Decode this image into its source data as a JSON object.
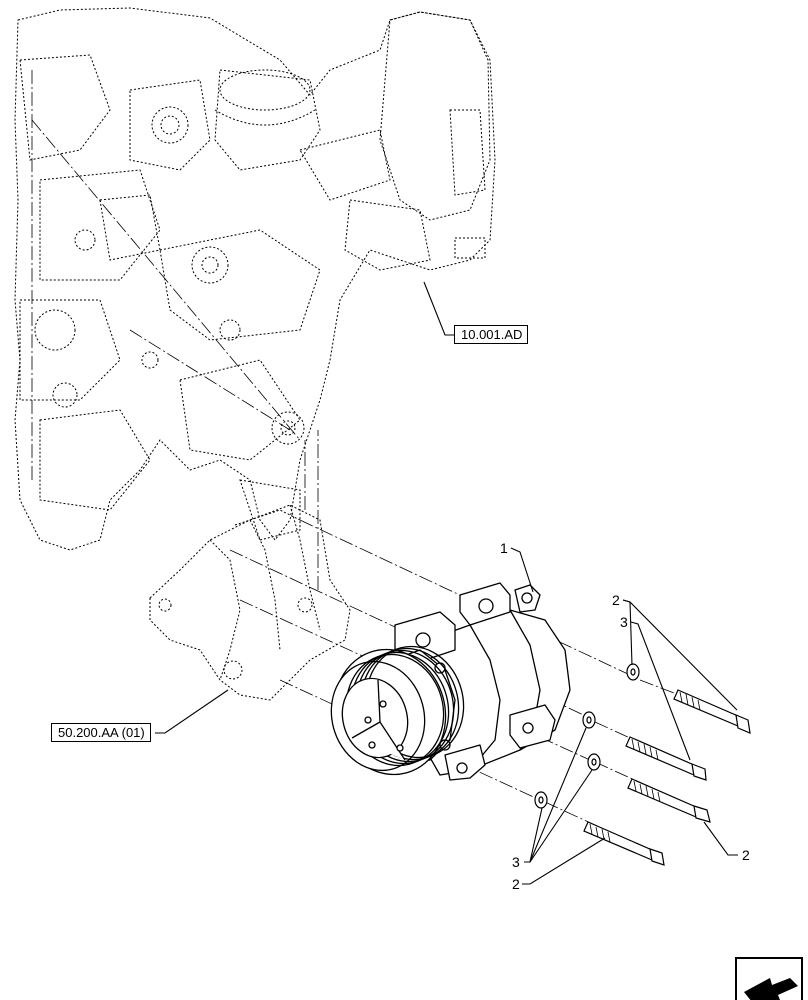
{
  "references": {
    "engine_ref": "10.001.AD",
    "bracket_ref": "50.200.AA (01)"
  },
  "callouts": {
    "compressor": "1",
    "bolt_top": "2",
    "washer_top": "3",
    "bolt_right": "2",
    "washer_bottom": "3",
    "bolt_bottom": "2"
  },
  "icons": {
    "nav": "return-arrow-icon"
  }
}
